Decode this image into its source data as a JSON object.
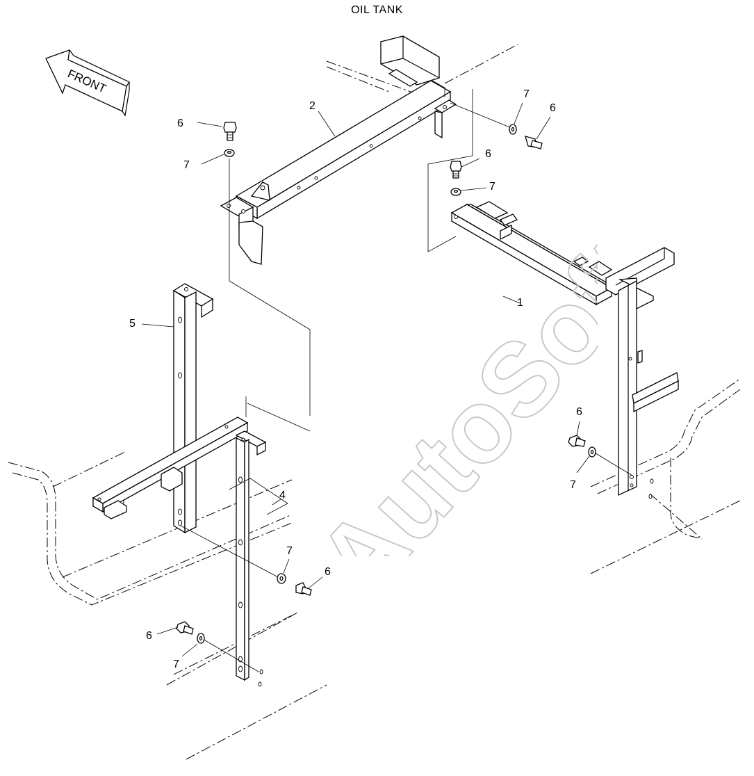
{
  "title": "OIL TANK",
  "front_label": "FRONT",
  "watermark": "AutoSoft",
  "callouts": [
    {
      "id": "c1",
      "label": "1"
    },
    {
      "id": "c2",
      "label": "2"
    },
    {
      "id": "c4",
      "label": "4"
    },
    {
      "id": "c5",
      "label": "5"
    },
    {
      "id": "c6a",
      "label": "6"
    },
    {
      "id": "c6b",
      "label": "6"
    },
    {
      "id": "c6c",
      "label": "6"
    },
    {
      "id": "c6d",
      "label": "6"
    },
    {
      "id": "c6e",
      "label": "6"
    },
    {
      "id": "c6f",
      "label": "6"
    },
    {
      "id": "c7a",
      "label": "7"
    },
    {
      "id": "c7b",
      "label": "7"
    },
    {
      "id": "c7c",
      "label": "7"
    },
    {
      "id": "c7d",
      "label": "7"
    },
    {
      "id": "c7e",
      "label": "7"
    },
    {
      "id": "c7f",
      "label": "7"
    }
  ]
}
